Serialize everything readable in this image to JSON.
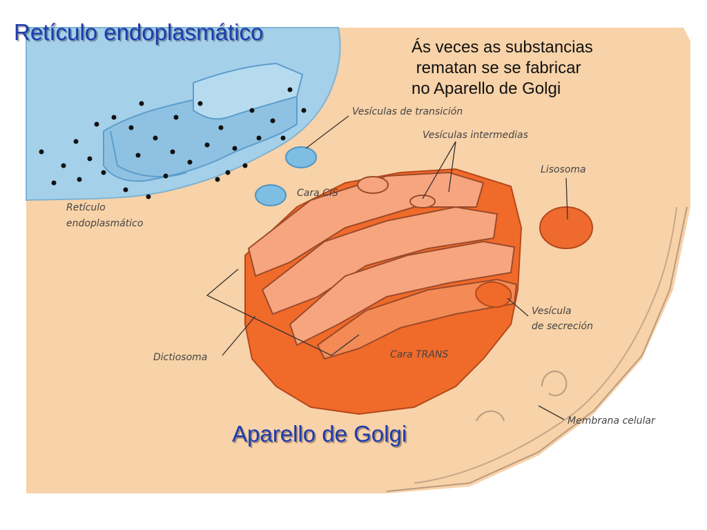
{
  "titles": {
    "er": "Retículo endoplasmático",
    "golgi": "Aparello de Golgi"
  },
  "note": {
    "lines": [
      "Ás veces as substancias",
      " rematan se se fabricar",
      "no Aparello de Golgi"
    ]
  },
  "labels": {
    "vesiculas_transicion": "Vesículas de transición",
    "vesiculas_intermedias": "Vesículas intermedias",
    "lisosoma": "Lisosoma",
    "cara_cis": "Cara CIS",
    "reticulo_line1": "Retículo",
    "reticulo_line2": "endoplasmático",
    "vesicula_line1": "Vesícula",
    "vesicula_line2": "de secreción",
    "dictiosoma": "Dictiosoma",
    "cara_trans": "Cara TRANS",
    "membrana": "Membrana celular"
  },
  "colors": {
    "cytoplasm": "#f8d2a8",
    "er_blue": "#9ccbe6",
    "er_dark": "#5fa6d4",
    "golgi_orange": "#f06a2a",
    "golgi_light": "#f7a57f",
    "title_blue": "#1d3bb0"
  }
}
